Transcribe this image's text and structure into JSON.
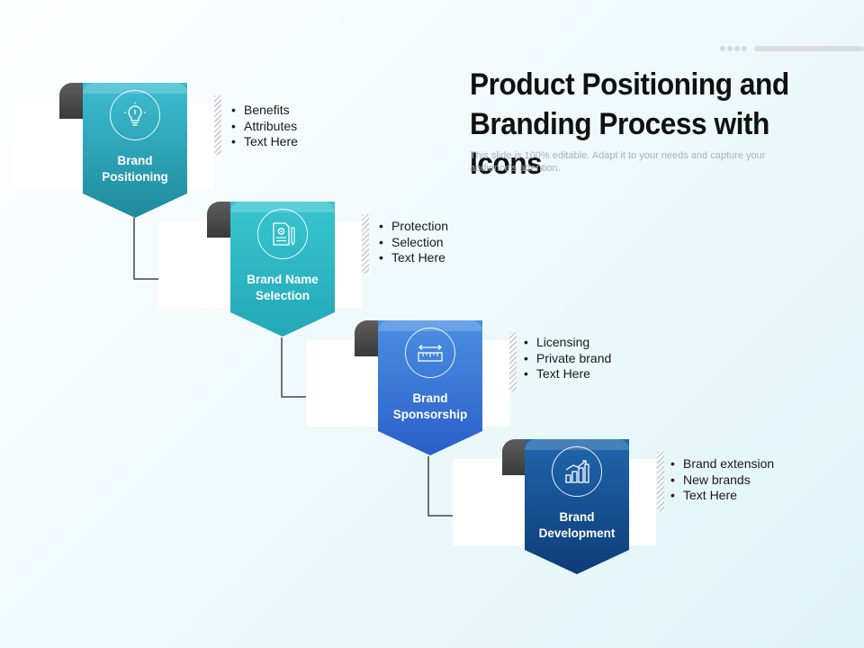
{
  "title": "Product Positioning and Branding Process with Icons",
  "subtitle": "This slide is 100% editable. Adapt it to your needs and capture your audience's attention.",
  "steps": [
    {
      "label_line1": "Brand",
      "label_line2": "Positioning",
      "icon": "lightbulb-icon",
      "color_top": "#3dbdd0",
      "color_bottom": "#1e8a9d",
      "bullets": [
        "Benefits",
        "Attributes",
        "Text Here"
      ]
    },
    {
      "label_line1": "Brand Name",
      "label_line2": "Selection",
      "icon": "document-gear-icon",
      "color_top": "#37c5cf",
      "color_bottom": "#23a8b7",
      "bullets": [
        "Protection",
        "Selection",
        "Text Here"
      ]
    },
    {
      "label_line1": "Brand",
      "label_line2": "Sponsorship",
      "icon": "ruler-icon",
      "color_top": "#4a90e2",
      "color_bottom": "#2a5fc9",
      "bullets": [
        "Licensing",
        "Private brand",
        "Text Here"
      ]
    },
    {
      "label_line1": "Brand",
      "label_line2": "Development",
      "icon": "growth-chart-icon",
      "color_top": "#1f66ad",
      "color_bottom": "#0e3c77",
      "bullets": [
        "Brand extension",
        "New brands",
        "Text Here"
      ]
    }
  ]
}
